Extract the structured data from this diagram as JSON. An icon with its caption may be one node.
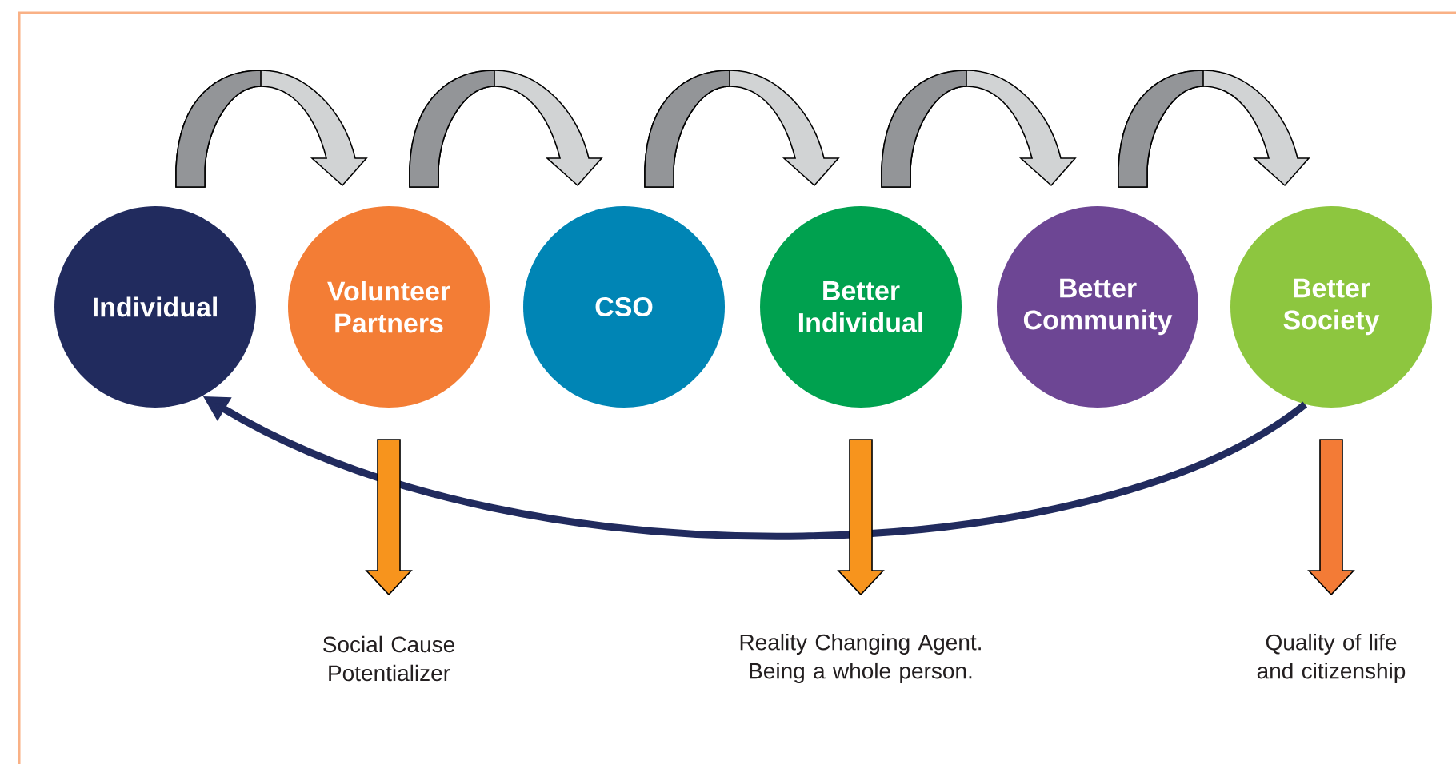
{
  "diagram": {
    "nodes": [
      {
        "text": [
          "Individual"
        ]
      },
      {
        "text": [
          "Volunteer Partners"
        ]
      },
      {
        "text": [
          "CSO"
        ]
      },
      {
        "text": [
          "Better Individual"
        ]
      },
      {
        "text": [
          "Better Community"
        ]
      },
      {
        "text": [
          "Better Society"
        ]
      },
      {
        "text": [
          "Social Cause Potentializer"
        ]
      },
      {
        "text": [
          "Reality Changing Agent. Being a whole person."
        ]
      },
      {
        "text": [
          "Quality of life and citizenship"
        ]
      }
    ],
    "edges": [
      {
        "from": 0,
        "to": 1,
        "arrow": "to"
      },
      {
        "from": 1,
        "to": 2,
        "arrow": "to"
      },
      {
        "from": 2,
        "to": 3,
        "arrow": "to"
      },
      {
        "from": 3,
        "to": 4,
        "arrow": "to"
      },
      {
        "from": 4,
        "to": 5,
        "arrow": "to"
      },
      {
        "from": 5,
        "to": 0,
        "arrow": "to",
        "color": "#212b5e"
      },
      {
        "from": 1,
        "to": 6,
        "arrow": "to",
        "color": "#f7941d"
      },
      {
        "from": 3,
        "to": 7,
        "arrow": "to",
        "color": "#f7941d"
      },
      {
        "from": 5,
        "to": 8,
        "arrow": "to",
        "color": "#f37b36"
      }
    ]
  }
}
